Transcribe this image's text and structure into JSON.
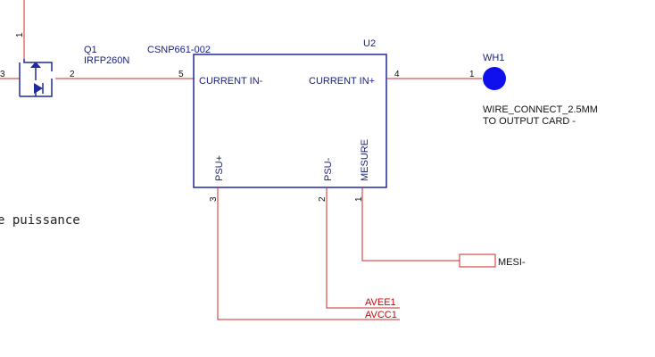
{
  "colors": {
    "wire": "#cc2a2a",
    "component": "#1f2a9e",
    "label": "#1a237e",
    "net_label": "#cc0000",
    "background": "#ffffff"
  },
  "transistor": {
    "ref": "Q1",
    "value": "IRFP260N",
    "pin_top": "1",
    "pin_left": "3",
    "pin_right": "2",
    "icon": "mosfet-n-channel-icon"
  },
  "sensor": {
    "ref": "U2",
    "value": "CSNP661-002",
    "pins": {
      "current_in_minus": {
        "number": "5",
        "label": "CURRENT IN-"
      },
      "current_in_plus": {
        "number": "4",
        "label": "CURRENT IN+"
      },
      "psu_plus": {
        "number": "3",
        "label": "PSU+"
      },
      "psu_minus": {
        "number": "2",
        "label": "PSU-"
      },
      "mesure": {
        "number": "1",
        "label": "MESURE"
      }
    }
  },
  "connector": {
    "ref": "WH1",
    "value": "WIRE_CONNECT_2.5MM",
    "note": "TO OUTPUT CARD -",
    "pin": "1",
    "icon": "wire-pad-icon"
  },
  "comment": {
    "text": "e puissance"
  },
  "nets": {
    "mesi": "MESI-",
    "avee": "AVEE1",
    "avcc": "AVCC1"
  }
}
